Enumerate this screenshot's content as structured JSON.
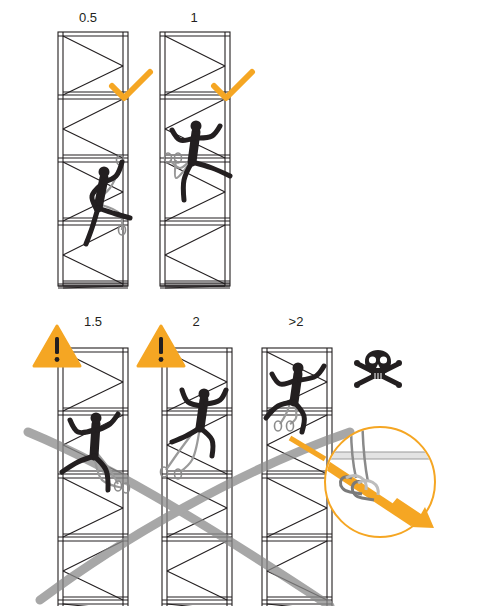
{
  "diagram": {
    "labels": [
      "0.5",
      "1",
      "1.5",
      "2",
      ">2"
    ]
  }
}
